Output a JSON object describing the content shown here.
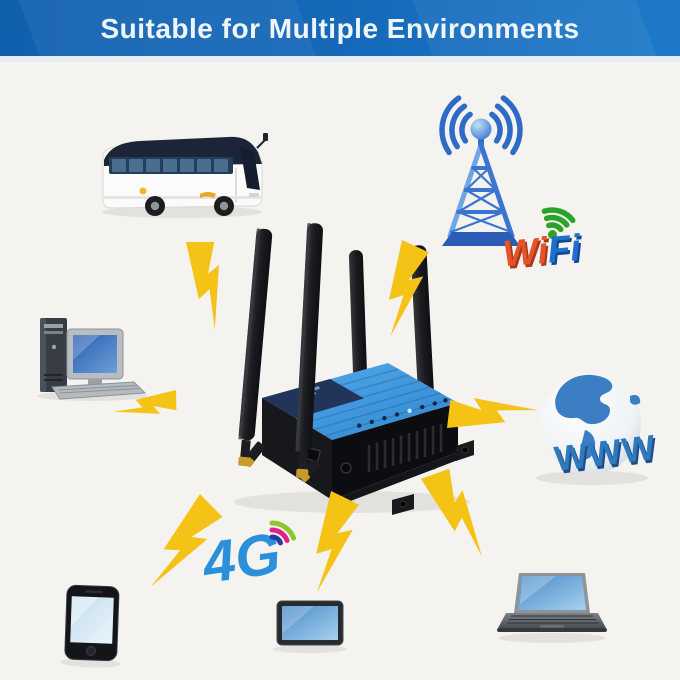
{
  "header": {
    "title": "Suitable for Multiple Environments",
    "background_start": "#1160ae",
    "background_end": "#1e7ac9",
    "text_color": "#eef6fc"
  },
  "scene": {
    "background": "#f4f3f0",
    "lightning_color": "#F5C316",
    "lightning_count": 7,
    "center_device": "4g-industrial-router",
    "connected_items": [
      "bus",
      "cell-tower",
      "wifi",
      "desktop-pc",
      "globe-www",
      "4g-network",
      "smartphone",
      "tablet",
      "laptop"
    ],
    "labels": {
      "wifi_part1": "Wi",
      "wifi_part2": "Fi",
      "www": "WWW",
      "four_g": "4G"
    },
    "colors": {
      "wifi_part1": "#e5532b",
      "wifi_part2": "#1f6fd2",
      "wifi_arcs": "#2ba32b",
      "www_text": "#2f79bd",
      "four_g_text": "#2a90da",
      "four_g_arc_inner": "#273a9e",
      "four_g_arc_mid": "#e0218a",
      "four_g_arc_outer": "#8dc72e",
      "tower_blue": "#2f6cc8",
      "router_panel_blue": "#3f9be0"
    }
  }
}
